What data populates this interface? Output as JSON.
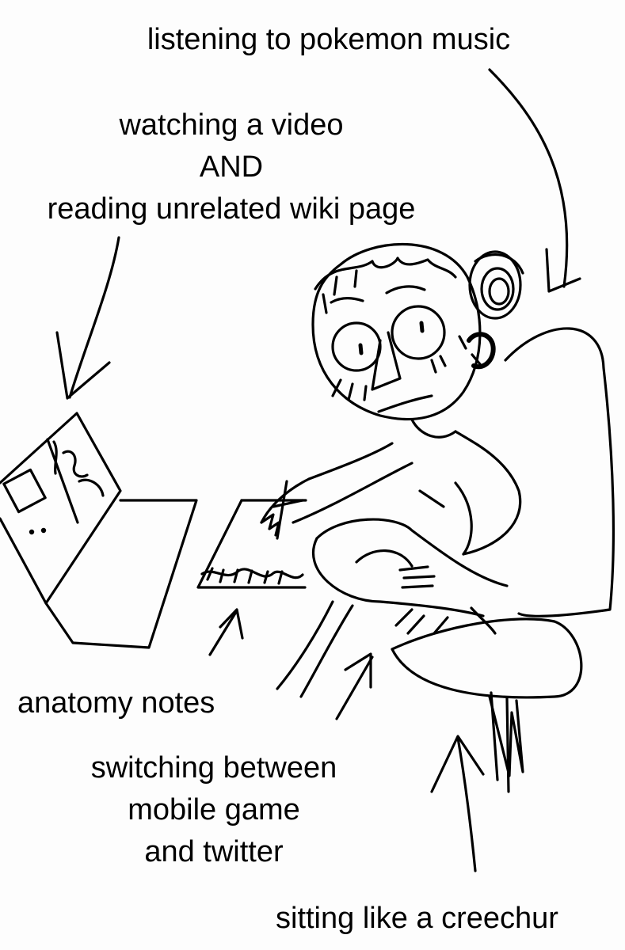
{
  "annotations": {
    "music": "listening to pokemon music",
    "video": [
      "watching a video",
      "AND",
      "reading unrelated wiki page"
    ],
    "notes": "anatomy notes",
    "phone": [
      "switching between",
      "mobile game",
      "and twitter"
    ],
    "sitting": "sitting like a creechur"
  },
  "icons": {
    "headphones": "headphones-icon",
    "laptop": "laptop-icon",
    "notebook": "notebook-icon",
    "chair": "chair-icon",
    "person": "person-sketch"
  },
  "colors": {
    "ink": "#000000",
    "paper": "#fdfdfd"
  }
}
